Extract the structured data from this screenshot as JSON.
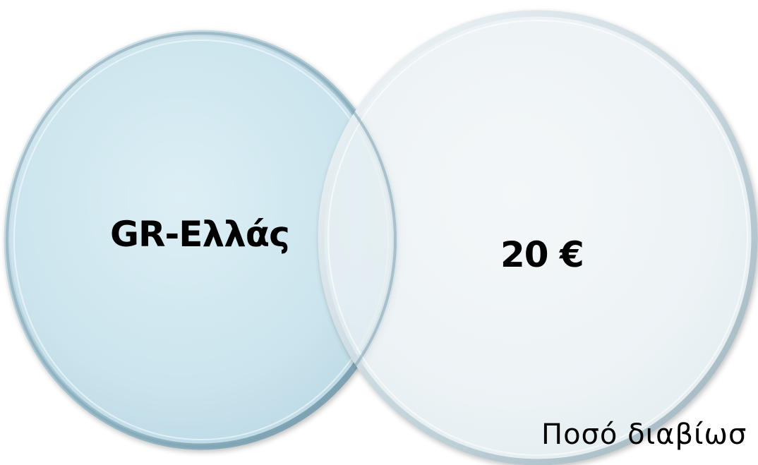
{
  "diagram": {
    "type": "venn",
    "circles": [
      {
        "label": "GR-Ελλάς",
        "fill": "#cfe7ef",
        "stroke": "#a9c9d6"
      },
      {
        "label": "20 €",
        "fill": "#eef6fa",
        "stroke": "#cfdde4"
      }
    ],
    "caption": "Ποσό διαβίωσ"
  }
}
